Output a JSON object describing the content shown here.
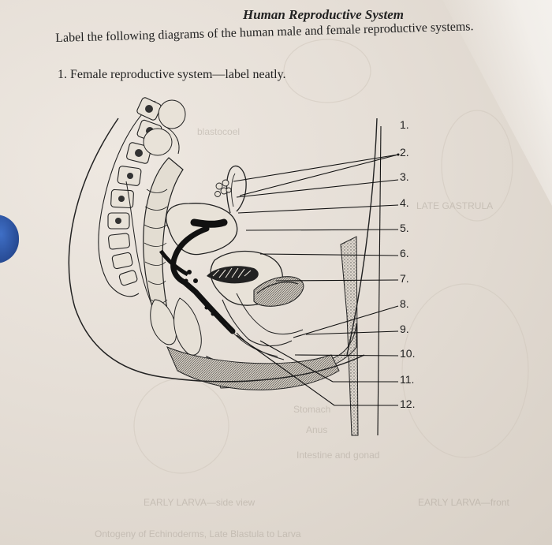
{
  "worksheet": {
    "title": "Human Reproductive System",
    "instructions": "Label the following diagrams of the human male and female reproductive systems.",
    "section_heading": "1. Female reproductive system—label neatly."
  },
  "labels": [
    "1.",
    "2.",
    "3.",
    "4.",
    "5.",
    "6.",
    "7.",
    "8.",
    "9.",
    "10.",
    "11.",
    "12."
  ],
  "show_through_text": {
    "late_gastrula": "LATE GASTRULA",
    "blastocoel": "blastocoel",
    "anus": "Anus",
    "intestine": "Intestine and gonad",
    "stomach": "Stomach",
    "early_larva_side": "EARLY LARVA—side view",
    "early_larva_front": "EARLY LARVA—front",
    "ontogeny": "Ontogeny of Echinoderms, Late Blastula to Larva"
  }
}
